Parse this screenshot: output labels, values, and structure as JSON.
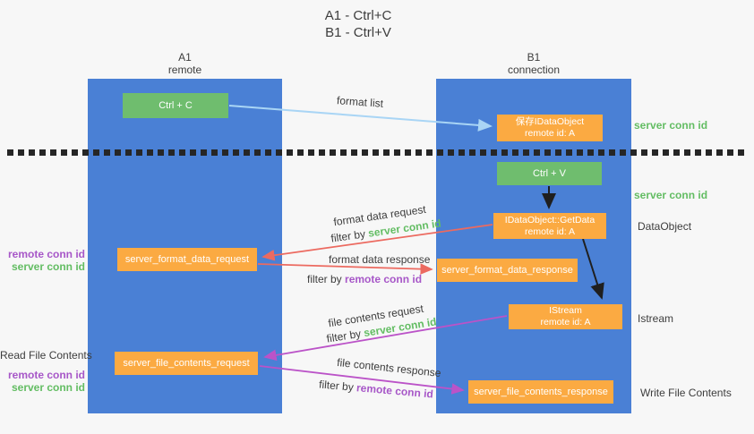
{
  "title": {
    "line1": "A1 - Ctrl+C",
    "line2": "B1 - Ctrl+V"
  },
  "lanes": {
    "left": {
      "title": "A1",
      "subtitle": "remote"
    },
    "right": {
      "title": "B1",
      "subtitle": "connection"
    }
  },
  "nodes": {
    "ctrl_c": {
      "label": "Ctrl + C"
    },
    "save_idataobject": {
      "line1": "保存IDataObject",
      "line2": "remote id: A"
    },
    "ctrl_v": {
      "label": "Ctrl + V"
    },
    "getdata": {
      "line1": "IDataObject::GetData",
      "line2": "remote id: A"
    },
    "format_request": {
      "label": "server_format_data_request"
    },
    "format_response": {
      "label": "server_format_data_response"
    },
    "istream": {
      "line1": "IStream",
      "line2": "remote id: A"
    },
    "file_request": {
      "label": "server_file_contents_request"
    },
    "file_response": {
      "label": "server_file_contents_response"
    }
  },
  "arrow_labels": {
    "format_list": "format list",
    "format_data_request": "format data request",
    "format_data_response": "format data response",
    "file_contents_request": "file contents request",
    "file_contents_response": "file contents response",
    "filter_prefix": "filter by",
    "server_conn_id": "server conn id",
    "remote_conn_id": "remote conn id"
  },
  "side_labels": {
    "server_conn_id": "server conn id",
    "remote_conn_id": "remote conn id",
    "dataobject": "DataObject",
    "istream": "Istream",
    "read_file_contents": "Read File Contents",
    "write_file_contents": "Write File Contents"
  },
  "colors": {
    "lane_blue": "#4a80d5",
    "green_box": "#6fbd6e",
    "orange_box": "#fbaa42",
    "green_text": "#63bd63",
    "purple_text": "#a757c8",
    "red_arrow": "#ec6a60",
    "magenta_arrow": "#bb53c8",
    "light_blue_arrow": "#a9d5f5",
    "black_arrow": "#1f1f1f"
  }
}
